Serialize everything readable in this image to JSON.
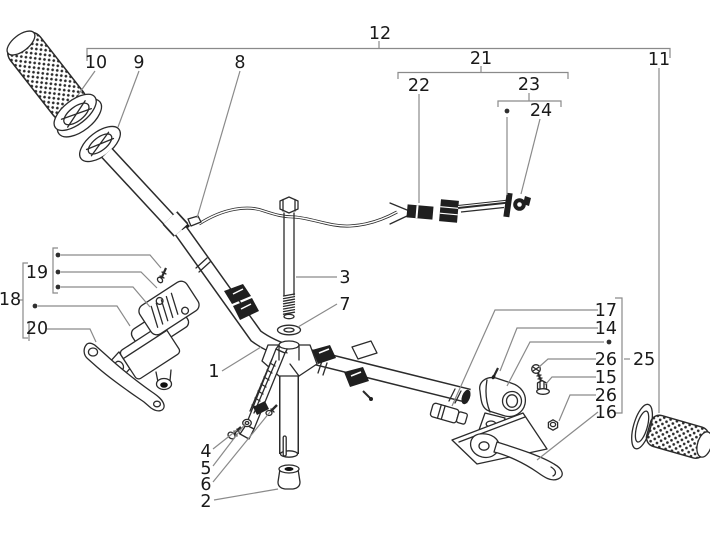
{
  "figure": {
    "type": "exploded-parts-diagram",
    "subject": "handlebar-assembly",
    "background": "#ffffff",
    "part_stroke_color": "#2b2b2b",
    "dark_part_fill": "#1f1f1f",
    "callout_line_color": "#8a8a8a",
    "label_color": "#1a1a1a"
  },
  "callouts": {
    "n1": "1",
    "n2": "2",
    "n3": "3",
    "n4": "4",
    "n5": "5",
    "n6": "6",
    "n7": "7",
    "n8": "8",
    "n9": "9",
    "n10": "10",
    "n11": "11",
    "n12": "12",
    "n14": "14",
    "n15": "15",
    "n16": "16",
    "n17": "17",
    "n18": "18",
    "n19": "19",
    "n20": "20",
    "n21": "21",
    "n22": "22",
    "n23": "23",
    "n24": "24",
    "n25": "25",
    "n26a": "26",
    "n26b": "26"
  }
}
